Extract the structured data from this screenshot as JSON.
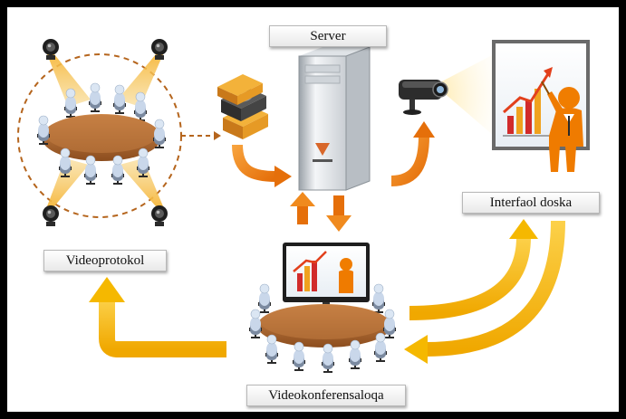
{
  "labels": {
    "server": "Server",
    "interactive_board": "Interfaol doska",
    "video_protocol": "Videoprotokol",
    "video_conference": "Videokonferensaloqa"
  },
  "colors": {
    "arrow_orange": "#f08a1e",
    "arrow_yellow": "#f5b800",
    "frame": "#000000",
    "table": "#b86b2e",
    "person": "#c9d7ea",
    "chair": "#2b2b2b",
    "camera_beam": "#f6b73c",
    "tower_body": "#e9ecef",
    "presenter": "#f07d00",
    "dashed_circle": "#b5651d"
  },
  "icons": [
    "camera-icon",
    "hard-drive-icon",
    "server-tower-icon",
    "projector-icon",
    "whiteboard-chart-icon",
    "presenter-figure-icon",
    "monitor-icon",
    "meeting-table-icon"
  ]
}
